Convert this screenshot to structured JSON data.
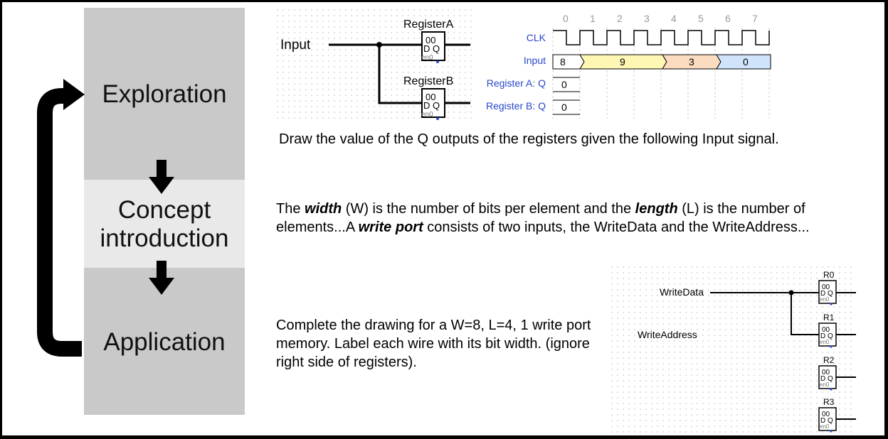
{
  "stages": {
    "exploration": "Exploration",
    "concept_line1": "Concept",
    "concept_line2": "introduction",
    "application": "Application"
  },
  "exploration_circuit": {
    "input_label": "Input",
    "register_a": "RegisterA",
    "register_b": "RegisterB",
    "reg_value": "00",
    "reg_ports": "D Q",
    "reg_enable": "en0"
  },
  "timing": {
    "cycles": [
      "0",
      "1",
      "2",
      "3",
      "4",
      "5",
      "6",
      "7"
    ],
    "clk_label": "CLK",
    "input_label": "Input",
    "reg_a_label": "Register A: Q",
    "reg_b_label": "Register B: Q",
    "input_values": [
      "8",
      "9",
      "3",
      "0"
    ],
    "reg_a_value": "0",
    "reg_b_value": "0",
    "colors": {
      "v9": "#fdf7b3",
      "v3": "#fcdcc0",
      "v0": "#cfe4fb",
      "label": "#2947c9"
    }
  },
  "texts": {
    "exploration_prompt": "Draw the value of the Q outputs of the registers given the following Input signal.",
    "concept_p1": "The ",
    "concept_width": "width",
    "concept_p2": " (W) is the number of bits per element and the ",
    "concept_length": "length",
    "concept_p3": " (L) is the number of elements...A ",
    "concept_write_port": "write port",
    "concept_p4": " consists of two inputs, the WriteData and the WriteAddress...",
    "application_prompt": "Complete the drawing for a W=8, L=4, 1 write port memory. Label each wire with its bit width. (ignore right side of registers)."
  },
  "memory_circuit": {
    "write_data": "WriteData",
    "write_address": "WriteAddress",
    "registers": [
      "R0",
      "R1",
      "R2",
      "R3"
    ],
    "reg_value": "00",
    "reg_ports": "D Q",
    "reg_enable": "en0"
  }
}
